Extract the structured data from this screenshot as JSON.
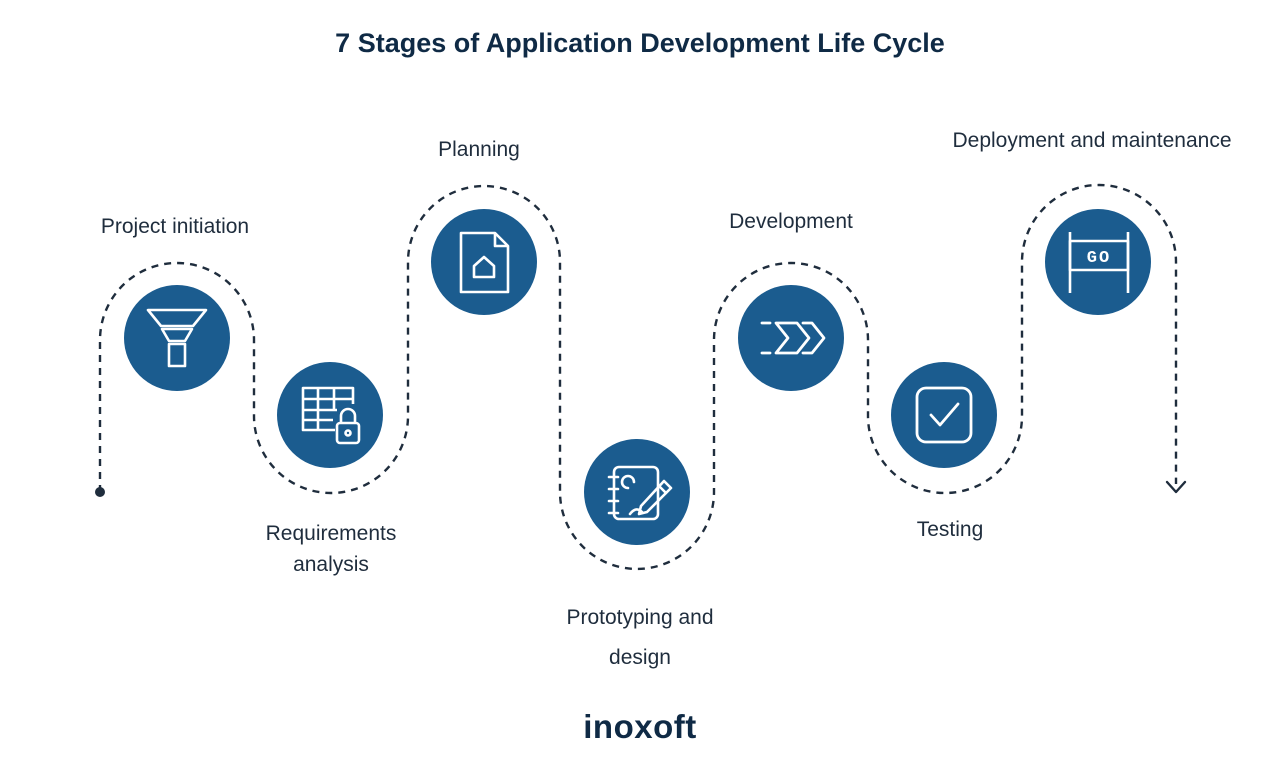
{
  "title": "7 Stages of Application Development Life Cycle",
  "stages": [
    {
      "label_lines": [
        "Project initiation"
      ],
      "icon": "funnel-icon"
    },
    {
      "label_lines": [
        "Requirements",
        "analysis"
      ],
      "icon": "table-lock-icon"
    },
    {
      "label_lines": [
        "Planning"
      ],
      "icon": "document-home-icon"
    },
    {
      "label_lines": [
        "Prototyping and",
        "design"
      ],
      "icon": "notebook-pen-icon"
    },
    {
      "label_lines": [
        "Development"
      ],
      "icon": "double-chevron-icon"
    },
    {
      "label_lines": [
        "Testing"
      ],
      "icon": "checkbox-icon"
    },
    {
      "label_lines": [
        "Deployment and maintenance"
      ],
      "icon": "go-sign-icon",
      "icon_text": "GO"
    }
  ],
  "logo": "inoxoft",
  "colors": {
    "circle": "#1b5c8f",
    "path": "#1f2d3d",
    "title": "#0f2a45"
  }
}
